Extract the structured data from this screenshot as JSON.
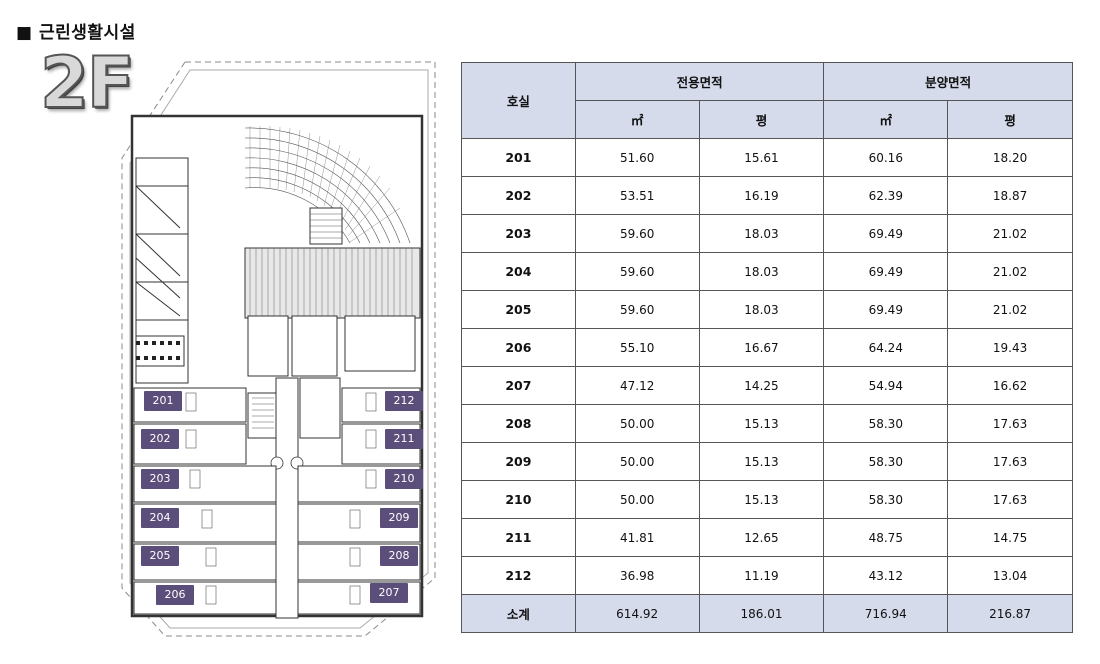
{
  "section_title": "■ 근린생활시설",
  "floor_label": "2F",
  "plan_units_left": [
    "201",
    "202",
    "203",
    "204",
    "205",
    "206"
  ],
  "plan_units_right": [
    "212",
    "211",
    "210",
    "209",
    "208",
    "207"
  ],
  "table": {
    "header_room": "호실",
    "header_exclusive": "전용면적",
    "header_sale": "분양면적",
    "unit_m2": "㎡",
    "unit_pyeong": "평",
    "rows": [
      {
        "room": "201",
        "ex_m2": "51.60",
        "ex_py": "15.61",
        "sa_m2": "60.16",
        "sa_py": "18.20"
      },
      {
        "room": "202",
        "ex_m2": "53.51",
        "ex_py": "16.19",
        "sa_m2": "62.39",
        "sa_py": "18.87"
      },
      {
        "room": "203",
        "ex_m2": "59.60",
        "ex_py": "18.03",
        "sa_m2": "69.49",
        "sa_py": "21.02"
      },
      {
        "room": "204",
        "ex_m2": "59.60",
        "ex_py": "18.03",
        "sa_m2": "69.49",
        "sa_py": "21.02"
      },
      {
        "room": "205",
        "ex_m2": "59.60",
        "ex_py": "18.03",
        "sa_m2": "69.49",
        "sa_py": "21.02"
      },
      {
        "room": "206",
        "ex_m2": "55.10",
        "ex_py": "16.67",
        "sa_m2": "64.24",
        "sa_py": "19.43"
      },
      {
        "room": "207",
        "ex_m2": "47.12",
        "ex_py": "14.25",
        "sa_m2": "54.94",
        "sa_py": "16.62"
      },
      {
        "room": "208",
        "ex_m2": "50.00",
        "ex_py": "15.13",
        "sa_m2": "58.30",
        "sa_py": "17.63"
      },
      {
        "room": "209",
        "ex_m2": "50.00",
        "ex_py": "15.13",
        "sa_m2": "58.30",
        "sa_py": "17.63"
      },
      {
        "room": "210",
        "ex_m2": "50.00",
        "ex_py": "15.13",
        "sa_m2": "58.30",
        "sa_py": "17.63"
      },
      {
        "room": "211",
        "ex_m2": "41.81",
        "ex_py": "12.65",
        "sa_m2": "48.75",
        "sa_py": "14.75"
      },
      {
        "room": "212",
        "ex_m2": "36.98",
        "ex_py": "11.19",
        "sa_m2": "43.12",
        "sa_py": "13.04"
      }
    ],
    "subtotal": {
      "room": "소계",
      "ex_m2": "614.92",
      "ex_py": "186.01",
      "sa_m2": "716.94",
      "sa_py": "216.87"
    }
  }
}
